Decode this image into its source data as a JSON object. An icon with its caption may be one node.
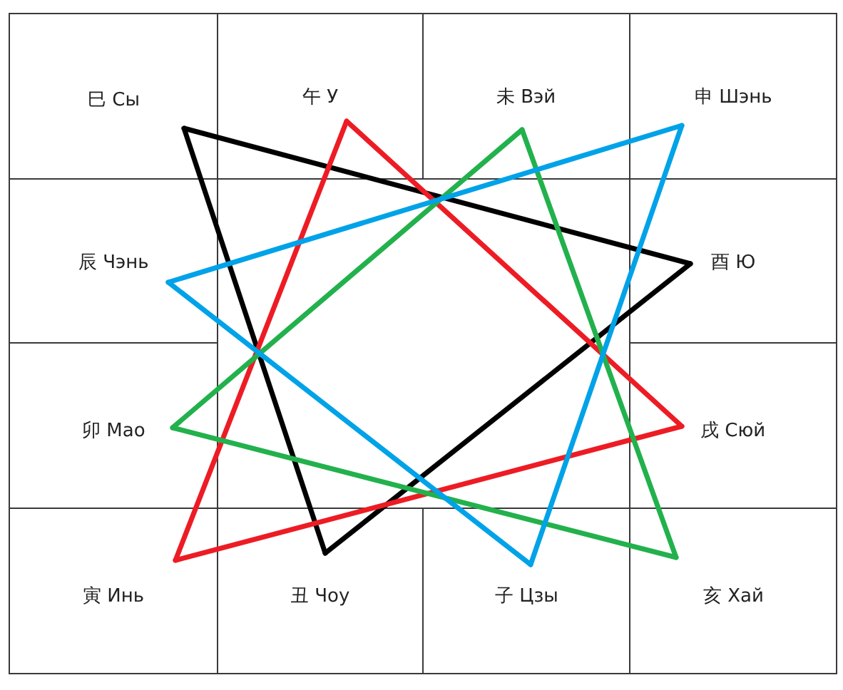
{
  "diagram": {
    "nodes": [
      {
        "text": [
          "巳 Сы"
        ]
      },
      {
        "text": [
          "午 У"
        ]
      },
      {
        "text": [
          "未 Вэй"
        ]
      },
      {
        "text": [
          "申 Шэнь"
        ]
      },
      {
        "text": [
          "辰 Чэнь"
        ]
      },
      {
        "text": [
          "酉 Ю"
        ]
      },
      {
        "text": [
          "卯 Mao"
        ]
      },
      {
        "text": [
          "戌 Сюй"
        ]
      },
      {
        "text": [
          "寅 Инь"
        ]
      },
      {
        "text": [
          "丑 Чоу"
        ]
      },
      {
        "text": [
          "子 Цзы"
        ]
      },
      {
        "text": [
          "亥 Хай"
        ]
      }
    ],
    "edges": [
      {
        "from": 0,
        "to": 5,
        "arrow": "none",
        "color": "#000000"
      },
      {
        "from": 5,
        "to": 9,
        "arrow": "none",
        "color": "#000000"
      },
      {
        "from": 9,
        "to": 0,
        "arrow": "none",
        "color": "#000000"
      },
      {
        "from": 1,
        "to": 7,
        "arrow": "none",
        "color": "#ed1c24"
      },
      {
        "from": 7,
        "to": 8,
        "arrow": "none",
        "color": "#ed1c24"
      },
      {
        "from": 8,
        "to": 1,
        "arrow": "none",
        "color": "#ed1c24"
      },
      {
        "from": 2,
        "to": 6,
        "arrow": "none",
        "color": "#22b14c"
      },
      {
        "from": 6,
        "to": 11,
        "arrow": "none",
        "color": "#22b14c"
      },
      {
        "from": 11,
        "to": 2,
        "arrow": "none",
        "color": "#22b14c"
      },
      {
        "from": 3,
        "to": 4,
        "arrow": "none",
        "color": "#00a2e8"
      },
      {
        "from": 4,
        "to": 10,
        "arrow": "none",
        "color": "#00a2e8"
      },
      {
        "from": 10,
        "to": 3,
        "arrow": "none",
        "color": "#00a2e8"
      }
    ]
  }
}
